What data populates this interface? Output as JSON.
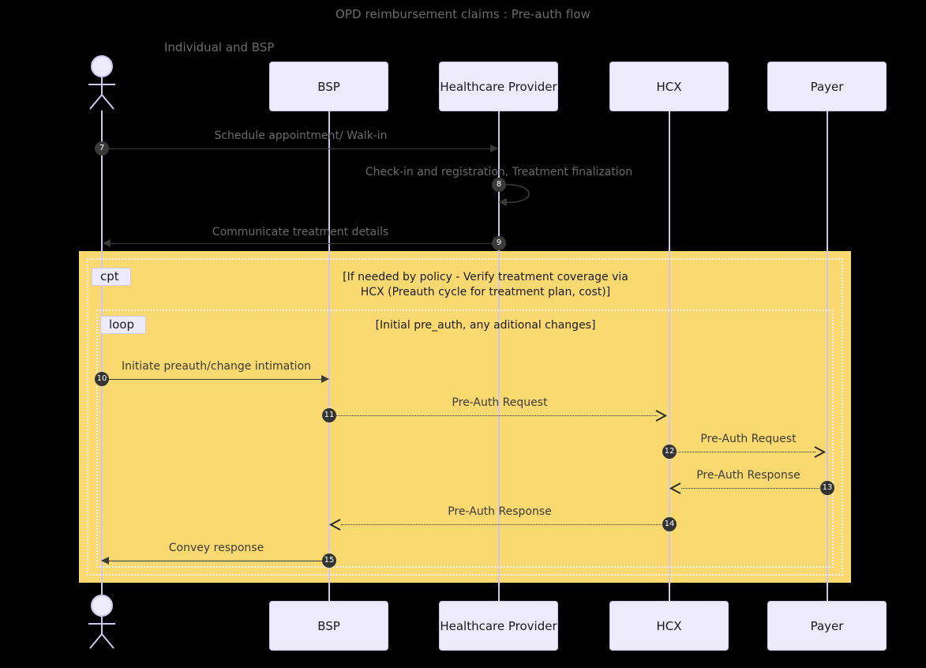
{
  "diagram": {
    "title": "OPD reimbursement claims : Pre-auth flow",
    "group_label": "Individual and BSP",
    "background_color": "#000000",
    "highlight_color": "#FBD971",
    "participant_fill": "#ECEAFB",
    "participant_border": "#CFC7EC",
    "badge_color": "#333333"
  },
  "participants": [
    {
      "id": "actor",
      "label": "",
      "type": "actor"
    },
    {
      "id": "bsp",
      "label": "BSP",
      "type": "box"
    },
    {
      "id": "provider",
      "label": "Healthcare Provider",
      "type": "box"
    },
    {
      "id": "hcx",
      "label": "HCX",
      "type": "box"
    },
    {
      "id": "payer",
      "label": "Payer",
      "type": "box"
    }
  ],
  "messages": [
    {
      "num": "7",
      "label": "Schedule appointment/ Walk-in",
      "from": "actor",
      "to": "provider",
      "style": "solid",
      "dir": "right"
    },
    {
      "num": "8",
      "label": "Check-in and registration, Treatment finalization",
      "from": "provider",
      "to": "provider",
      "style": "solid",
      "dir": "self"
    },
    {
      "num": "9",
      "label": "Communicate treatment details",
      "from": "provider",
      "to": "actor",
      "style": "solid",
      "dir": "left"
    },
    {
      "num": "10",
      "label": "Initiate preauth/change intimation",
      "from": "actor",
      "to": "bsp",
      "style": "solid",
      "dir": "right"
    },
    {
      "num": "11",
      "label": "Pre-Auth Request",
      "from": "bsp",
      "to": "hcx",
      "style": "dotted",
      "dir": "right"
    },
    {
      "num": "12",
      "label": "Pre-Auth Request",
      "from": "hcx",
      "to": "payer",
      "style": "dotted",
      "dir": "right"
    },
    {
      "num": "13",
      "label": "Pre-Auth Response",
      "from": "payer",
      "to": "hcx",
      "style": "dotted",
      "dir": "left"
    },
    {
      "num": "14",
      "label": "Pre-Auth Response",
      "from": "hcx",
      "to": "bsp",
      "style": "dotted",
      "dir": "left"
    },
    {
      "num": "15",
      "label": "Convey response",
      "from": "bsp",
      "to": "actor",
      "style": "solid",
      "dir": "left"
    }
  ],
  "fragments": [
    {
      "keyword": "cpt",
      "condition": "[If needed by policy - Verify treatment coverage via\nHCX (Preauth cycle for treatment plan, cost)]"
    },
    {
      "keyword": "loop",
      "condition": "[Initial pre_auth, any aditional changes]"
    }
  ]
}
